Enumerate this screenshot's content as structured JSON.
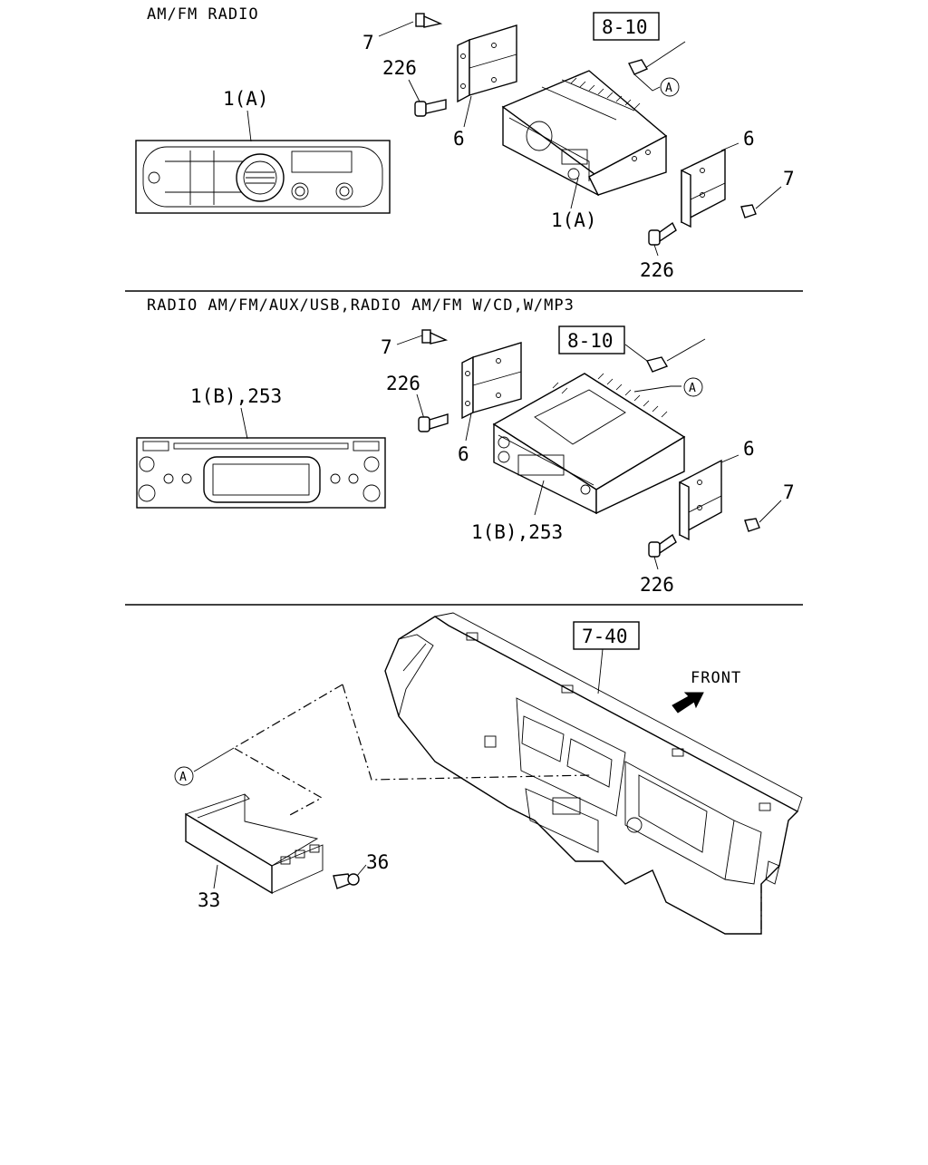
{
  "sections": {
    "am_fm": {
      "title": "AM/FM RADIO",
      "callouts": {
        "screw_top": "7",
        "bolt_top": "226",
        "bracket_left": "6",
        "ref_box": "8-10",
        "connector": "A",
        "bracket_right": "6",
        "screw_right": "7",
        "bolt_bottom": "226",
        "radio_front": "1(A)",
        "radio_unit": "1(A)"
      }
    },
    "aux_usb": {
      "title": "RADIO AM/FM/AUX/USB,RADIO AM/FM W/CD,W/MP3",
      "callouts": {
        "screw_top": "7",
        "bolt_top": "226",
        "bracket_left": "6",
        "ref_box": "8-10",
        "connector": "A",
        "bracket_right": "6",
        "screw_right": "7",
        "bolt_bottom": "226",
        "radio_front": "1(B),253",
        "radio_unit": "1(B),253"
      }
    },
    "dashboard": {
      "ref_box": "7-40",
      "front_label": "FRONT",
      "connector": "A",
      "pocket": "33",
      "screw": "36"
    }
  }
}
